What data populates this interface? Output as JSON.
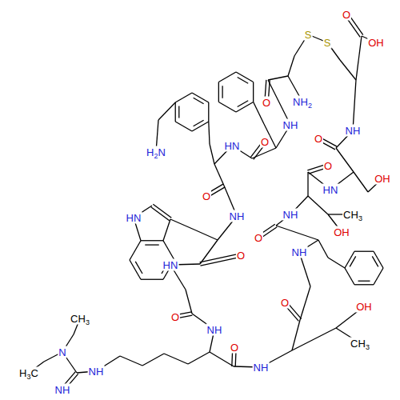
{
  "diagram": {
    "labels": [
      "O",
      "S",
      "S",
      "OH",
      "O",
      "NH2",
      "NH",
      "NH",
      "O",
      "HN",
      "O",
      "H2N",
      "O",
      "OH",
      "HN",
      "O",
      "NH",
      "NH",
      "CH3",
      "HN",
      "OH",
      "O",
      "O",
      "NH",
      "HN",
      "O",
      "OH",
      "O",
      "NH",
      "CH3",
      "CH3",
      "O",
      "N",
      "H3C",
      "NH",
      "NH",
      "NH"
    ]
  }
}
